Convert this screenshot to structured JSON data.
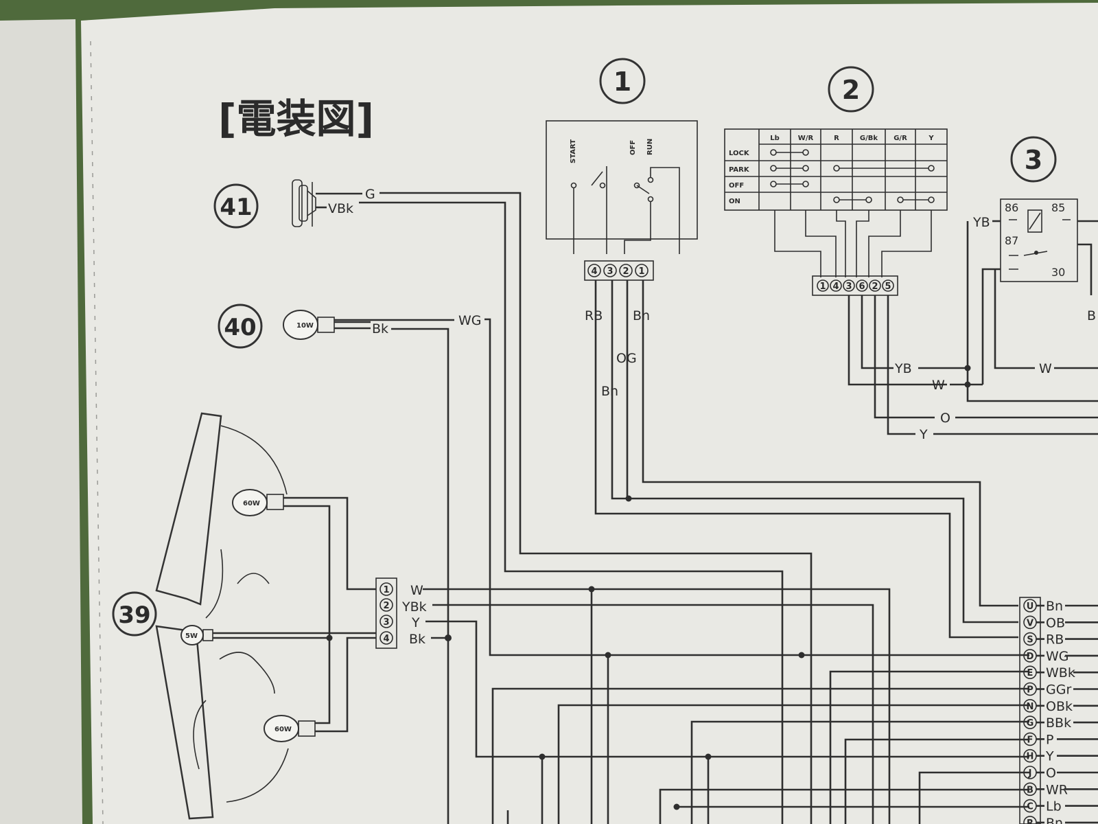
{
  "title": "[電装図]",
  "components": {
    "c1": "1",
    "c2": "2",
    "c3": "3",
    "c39": "39",
    "c40": "40",
    "c41": "41"
  },
  "ignition": {
    "start": "START",
    "off": "OFF",
    "run": "RUN",
    "pins": [
      "4",
      "3",
      "2",
      "1"
    ]
  },
  "key_switch": {
    "cols": [
      "Lb",
      "W/R",
      "R",
      "G/Bk",
      "G/R",
      "Y"
    ],
    "rows": [
      "LOCK",
      "PARK",
      "OFF",
      "ON"
    ],
    "pins": [
      "1",
      "4",
      "3",
      "6",
      "2",
      "5"
    ]
  },
  "relay": {
    "p86": "86",
    "p85": "85",
    "p87": "87",
    "p30": "30"
  },
  "bulbs": {
    "b40": "10W",
    "b_upper": "60W",
    "b_mid": "5W",
    "b_lower": "60W"
  },
  "headlight_pins": [
    "1",
    "2",
    "3",
    "4"
  ],
  "main_connector": [
    {
      "pin": "U",
      "wire": "Bn"
    },
    {
      "pin": "V",
      "wire": "OB"
    },
    {
      "pin": "S",
      "wire": "RB"
    },
    {
      "pin": "D",
      "wire": "WG"
    },
    {
      "pin": "E",
      "wire": "WBk"
    },
    {
      "pin": "P",
      "wire": "GGr"
    },
    {
      "pin": "N",
      "wire": "OBk"
    },
    {
      "pin": "G",
      "wire": "BBk"
    },
    {
      "pin": "F",
      "wire": "P"
    },
    {
      "pin": "H",
      "wire": "Y"
    },
    {
      "pin": "J",
      "wire": "O"
    },
    {
      "pin": "B",
      "wire": "WR"
    },
    {
      "pin": "C",
      "wire": "Lb"
    },
    {
      "pin": "R",
      "wire": "Bn"
    }
  ],
  "wires": {
    "g": "G",
    "vbk": "VBk",
    "bk40": "Bk",
    "wg": "WG",
    "rb": "RB",
    "bn1": "Bn",
    "og": "OG",
    "bn2": "Bn",
    "yb_relay": "YB",
    "yb": "YB",
    "w": "W",
    "o": "O",
    "y": "Y",
    "w_relay": "W",
    "b_right": "B",
    "hl_w": "W",
    "hl_ybk": "YBk",
    "hl_y": "Y",
    "hl_bk": "Bk"
  }
}
